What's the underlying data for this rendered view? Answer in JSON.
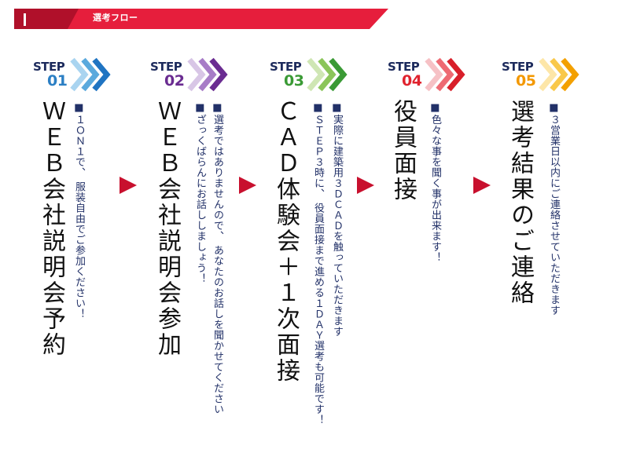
{
  "banner": {
    "title": "選考フロー",
    "red": "#e61e3c",
    "dark_red": "#b0102a"
  },
  "steps": [
    {
      "word": "STEP",
      "num": "01",
      "num_color": "#2b7fc4",
      "chevron_colors": [
        "#a9d4f0",
        "#5aa9dd",
        "#1f74c2"
      ],
      "title": "ＷＥＢ会社説明会予約",
      "notes": [
        "■１ＯＮ１で、 服装自由でご参加ください！"
      ]
    },
    {
      "word": "STEP",
      "num": "02",
      "num_color": "#6a2c91",
      "chevron_colors": [
        "#d8c6e6",
        "#a77cc7",
        "#6a2c91"
      ],
      "title": "ＷＥＢ会社説明会参加",
      "notes": [
        "■選考ではありませんので、 あなたのお話しを聞かせてください",
        "■ざっくばらんにお話ししましょう！"
      ]
    },
    {
      "word": "STEP",
      "num": "03",
      "num_color": "#3a9a35",
      "chevron_colors": [
        "#cfe6b4",
        "#8bc55a",
        "#3a9a35"
      ],
      "title": "ＣＡＤ体験会＋１次面接",
      "notes": [
        "■実際に建築用３ＤＣＡＤを触っていただきます",
        "■ＳＴＥＰ３時に、 役員面接まで進める１ＤＡＹ選考も可能です！"
      ]
    },
    {
      "word": "STEP",
      "num": "04",
      "num_color": "#e0232e",
      "chevron_colors": [
        "#f6c1c5",
        "#ee6a73",
        "#d81f2a"
      ],
      "title": "役員面接",
      "notes": [
        "■色々な事を聞く事が出来ます！"
      ]
    },
    {
      "word": "STEP",
      "num": "05",
      "num_color": "#f39800",
      "chevron_colors": [
        "#fde6a8",
        "#f9c84a",
        "#f3a000"
      ],
      "title": "選考結果のご連絡",
      "notes": [
        "■３営業日以内にご連絡させていただきます"
      ]
    }
  ],
  "arrow_color": "#c8102e"
}
